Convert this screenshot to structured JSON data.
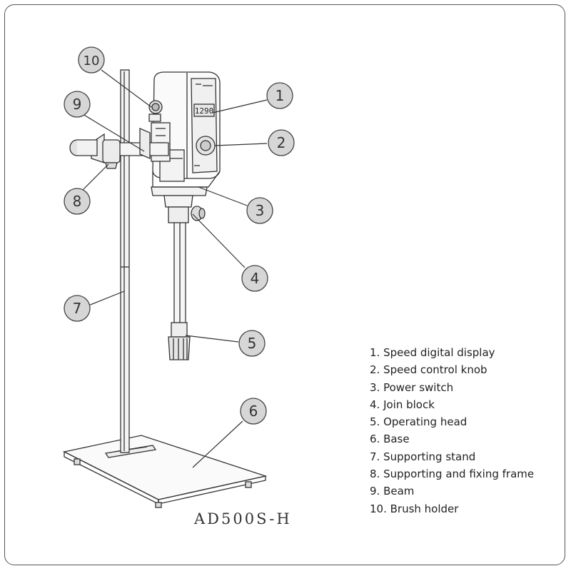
{
  "model": "AD500S-H",
  "display_reading": "1290",
  "callouts": [
    {
      "number": "1"
    },
    {
      "number": "2"
    },
    {
      "number": "3"
    },
    {
      "number": "4"
    },
    {
      "number": "5"
    },
    {
      "number": "6"
    },
    {
      "number": "7"
    },
    {
      "number": "8"
    },
    {
      "number": "9"
    },
    {
      "number": "10"
    }
  ],
  "legend": [
    "1. Speed digital display",
    "2. Speed control knob",
    "3. Power switch",
    "4. Join block",
    "5. Operating head",
    "6. Base",
    "7. Supporting stand",
    "8. Supporting and fixing frame",
    "9. Beam",
    "10. Brush holder"
  ],
  "colors": {
    "line": "#333333",
    "callout_fill": "#d6d6d6",
    "frame": "#555555"
  }
}
